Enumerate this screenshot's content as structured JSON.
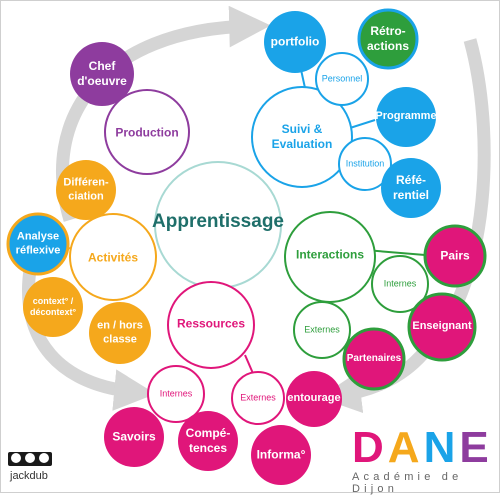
{
  "colors": {
    "green": "#2e9e3c",
    "blue": "#1aa3e8",
    "violet": "#8e3c9e",
    "orange": "#f5a81c",
    "pink": "#e0167a",
    "center": "#1f6f6a",
    "center_border": "#a8d9d3",
    "arrow": "#d5d5d5"
  },
  "center": {
    "label": "Apprentissage"
  },
  "production": {
    "main": "Production",
    "chef": [
      "Chef",
      "d'oeuvre"
    ]
  },
  "suivi": {
    "main": [
      "Suivi &",
      "Evaluation"
    ],
    "portfolio": "portfolio",
    "retroactions": [
      "Rétro-",
      "actions"
    ],
    "personnel": "Personnel",
    "programme": "Programme",
    "institution": "Institution",
    "referentiel": [
      "Réfé-",
      "rentiel"
    ]
  },
  "interactions": {
    "main": "Interactions",
    "internes": "Internes",
    "externes": "Externes",
    "pairs": "Pairs",
    "enseignant": "Enseignant",
    "partenaires": "Partenaires"
  },
  "activites": {
    "main": "Activités",
    "differenciation": [
      "Différen-",
      "ciation"
    ],
    "analyse": [
      "Analyse",
      "réflexive"
    ],
    "context": [
      "context° /",
      "décontext°"
    ],
    "enhors": [
      "en / hors",
      "classe"
    ]
  },
  "ressources": {
    "main": "Ressources",
    "internes": "Internes",
    "externes": "Externes",
    "entourage": "entourage",
    "savoirs": "Savoirs",
    "competences": [
      "Compé-",
      "tences"
    ],
    "information": "Informa°"
  },
  "credit": "jackdub",
  "logo": {
    "letters": [
      {
        "char": "D",
        "color": "#e0167a"
      },
      {
        "char": "A",
        "color": "#f5a81c"
      },
      {
        "char": "N",
        "color": "#1aa3e8"
      },
      {
        "char": "E",
        "color": "#8e3c9e"
      }
    ],
    "subtitle": "Académie de Dijon"
  }
}
